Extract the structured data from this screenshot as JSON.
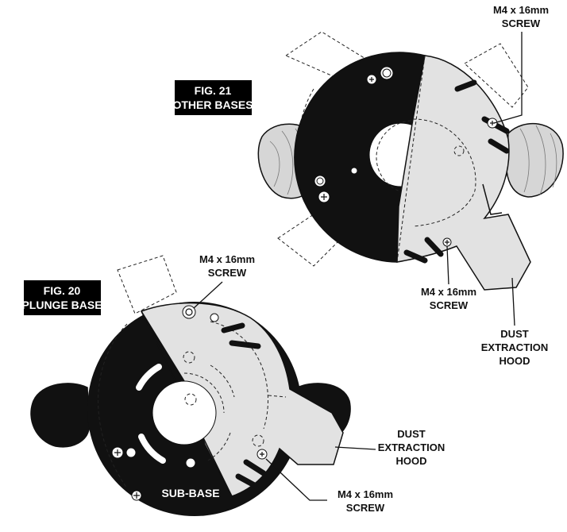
{
  "figures": {
    "fig21": {
      "number": "FIG. 21",
      "name": "OTHER BASES",
      "screw_top": [
        "M4 x 16mm",
        "SCREW"
      ],
      "screw_bottom": [
        "M4 x 16mm",
        "SCREW"
      ],
      "hood": [
        "DUST",
        "EXTRACTION",
        "HOOD"
      ]
    },
    "fig20": {
      "number": "FIG. 20",
      "name": "PLUNGE BASE",
      "screw_top": [
        "M4 x 16mm",
        "SCREW"
      ],
      "screw_bottom": [
        "M4 x 16mm",
        "SCREW"
      ],
      "hood": [
        "DUST",
        "EXTRACTION",
        "HOOD"
      ],
      "sub_base": "SUB-BASE"
    }
  },
  "colors": {
    "base_black": "#111111",
    "hood_gray": "#e2e2e2",
    "wood": "#d6d6d6",
    "label_bg": "#000000"
  }
}
